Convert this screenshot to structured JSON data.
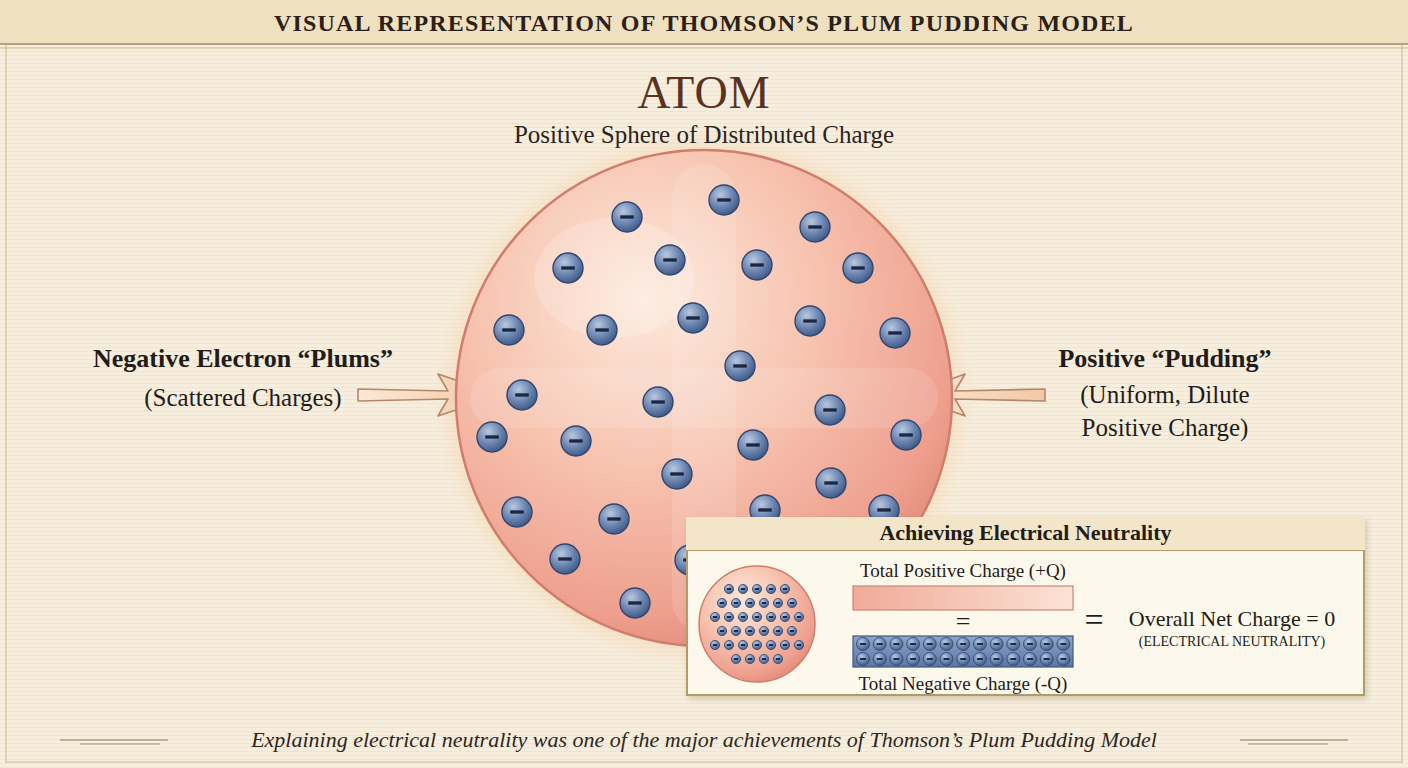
{
  "diagram": {
    "title": "VISUAL REPRESENTATION OF THOMSON’S PLUM PUDDING MODEL",
    "caption": "Explaining electrical neutrality was one of the major achievements of Thomson’s Plum Pudding Model",
    "nodes": [
      {
        "text": [
          "ATOM",
          "Positive Sphere of Distributed Charge"
        ]
      },
      {
        "text": [
          "Achieving Electrical Neutrality",
          "Total Positive Charge (+Q)",
          "=",
          "Total Negative Charge (-Q)",
          "=",
          "Overall Net Charge = 0",
          "(ELECTRICAL NEUTRALITY)"
        ]
      }
    ],
    "labels": [
      "Negative Electron “Plums”",
      "(Scattered Charges)",
      "Positive “Pudding”",
      "(Uniform, Dilute Positive Charge)"
    ]
  }
}
